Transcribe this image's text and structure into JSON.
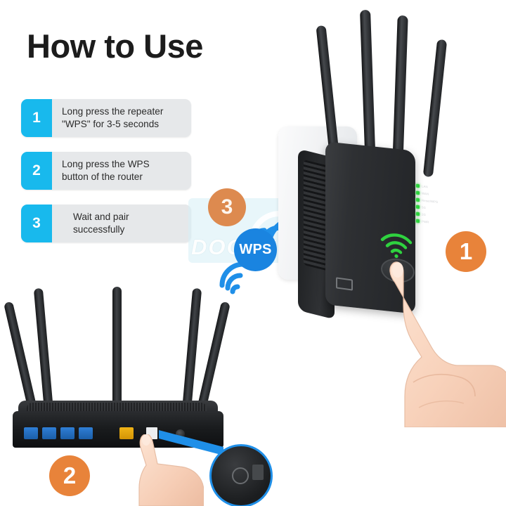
{
  "page": {
    "title": "How to Use",
    "background_color": "#ffffff"
  },
  "colors": {
    "accent_cyan": "#18b9ed",
    "accent_orange": "#e8833a",
    "badge_orange_soft": "#dd8a4f",
    "wps_blue": "#1a84e0",
    "led_green": "#2fd23f",
    "step_box_gray": "#e6e8ea",
    "lan_port_blue": "#2f7fd6",
    "wan_port_yellow": "#f0b417"
  },
  "steps": [
    {
      "number": "1",
      "text": "Long press the repeater\n\"WPS\" for 3-5 seconds"
    },
    {
      "number": "2",
      "text": "Long press the WPS\nbutton of the router"
    },
    {
      "number": "3",
      "text": "Wait and pair\nsuccessfully"
    }
  ],
  "markers": {
    "repeater_marker": "1",
    "router_marker": "2",
    "pairing_marker": "3"
  },
  "wps_emblem": {
    "label": "WPS"
  },
  "watermark": {
    "text": "DOCSHOT"
  },
  "repeater": {
    "leds": [
      {
        "label": "LAN"
      },
      {
        "label": "WAN"
      },
      {
        "label": "Reset/WPS"
      },
      {
        "label": "5G"
      },
      {
        "label": "2G"
      },
      {
        "label": "PWR"
      }
    ],
    "wifi_indicator": "wifi-signal",
    "button": "wps-power-button"
  },
  "router": {
    "ports": [
      {
        "type": "lan",
        "label": "LAN1"
      },
      {
        "type": "lan",
        "label": "LAN2"
      },
      {
        "type": "lan",
        "label": "LAN3"
      },
      {
        "type": "lan",
        "label": "LAN4"
      },
      {
        "type": "wan",
        "label": "WAN"
      },
      {
        "type": "usb",
        "label": "USB"
      },
      {
        "type": "power",
        "label": "PWR"
      }
    ],
    "antenna_count": "5"
  },
  "callout": {
    "label": "wps-button-zoom"
  }
}
